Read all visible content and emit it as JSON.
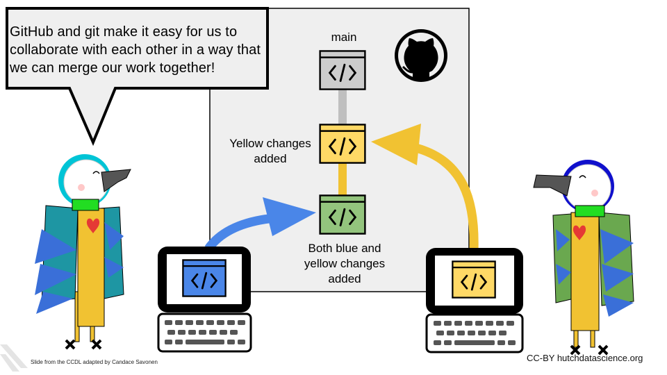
{
  "speech": {
    "text": "GitHub and git make it easy for us to collaborate with each other in a way that we can merge our work together!"
  },
  "repo": {
    "label_main": "main",
    "label_yellow": "Yellow changes added",
    "label_both": "Both blue and yellow changes added"
  },
  "credits": {
    "left": "Slide from the CCDL adapted by Candace Savonen",
    "right": "CC-BY  hutchdatascience.org"
  },
  "icons": [
    "speech-bubble",
    "github-icon",
    "code-icon",
    "laptop-icon",
    "parrot-character"
  ],
  "colors": {
    "blue": "#4a86e8",
    "yellow": "#f1c232",
    "gray": "#cccccc",
    "green": "#93c47d",
    "panel": "#efefef"
  }
}
